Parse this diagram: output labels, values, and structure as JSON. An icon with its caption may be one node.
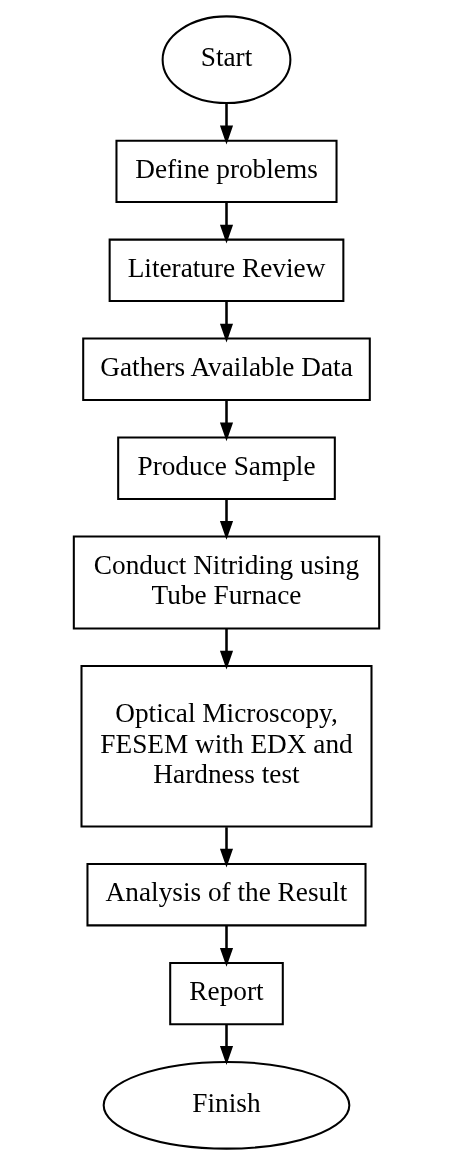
{
  "diagram": {
    "nodes": [
      {
        "text": [
          "Start"
        ]
      },
      {
        "text": [
          "Define problems"
        ]
      },
      {
        "text": [
          "Literature Review"
        ]
      },
      {
        "text": [
          "Gathers Available Data"
        ]
      },
      {
        "text": [
          "Produce Sample"
        ]
      },
      {
        "text": [
          "Conduct Nitriding using Tube Furnace"
        ]
      },
      {
        "text": [
          "Optical Microscopy, FESEM with EDX and Hardness test"
        ]
      },
      {
        "text": [
          "Analysis of the Result"
        ]
      },
      {
        "text": [
          "Report"
        ]
      },
      {
        "text": [
          "Finish"
        ]
      }
    ],
    "edges": [
      {
        "from": 0,
        "to": 1,
        "arrow": "to"
      },
      {
        "from": 1,
        "to": 2,
        "arrow": "to"
      },
      {
        "from": 2,
        "to": 3,
        "arrow": "to"
      },
      {
        "from": 3,
        "to": 4,
        "arrow": "to"
      },
      {
        "from": 4,
        "to": 5,
        "arrow": "to"
      },
      {
        "from": 5,
        "to": 6,
        "arrow": "to"
      },
      {
        "from": 6,
        "to": 7,
        "arrow": "to"
      },
      {
        "from": 7,
        "to": 8,
        "arrow": "to"
      },
      {
        "from": 8,
        "to": 9,
        "arrow": "to"
      }
    ]
  }
}
